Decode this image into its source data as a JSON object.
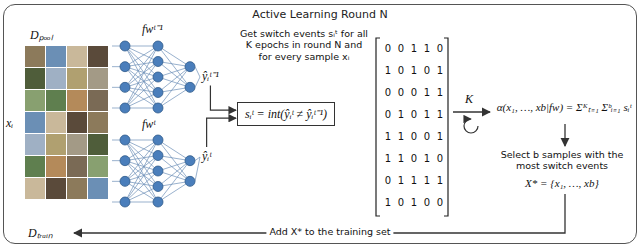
{
  "diagram": {
    "nodes": [
      {
        "text": [
          "Active Learning Round N"
        ]
      },
      {
        "text": [
          "sᵢᵗ = int(ŷᵢᵗ ≠ ŷᵢᵗ⁻¹)"
        ],
        "in": 0
      }
    ],
    "labels": [
      "Dₚₒₒₗ",
      "xᵢ",
      "fwᵗ⁻¹",
      "fwᵗ",
      "ŷᵢᵗ⁻¹",
      "ŷᵢᵗ",
      "Get switch events sᵢᵗ for all K epochs in round N and for every sample xᵢ",
      "0",
      "0",
      "1",
      "1",
      "0",
      "1",
      "0",
      "1",
      "0",
      "1",
      "0",
      "0",
      "0",
      "1",
      "1",
      "0",
      "1",
      "0",
      "1",
      "1",
      "1",
      "1",
      "0",
      "0",
      "1",
      "1",
      "1",
      "0",
      "1",
      "0",
      "0",
      "1",
      "1",
      "1",
      "1",
      "1",
      "0",
      "1",
      "0",
      "0",
      "K",
      "α(x₁, …, xb|fw) = Σᴷₜ₌₁ Σᵇᵢ₌₁ sᵢᵗ",
      "Select b samples with the most switch events",
      "X* = {x₁, …, xb}",
      "Add X* to the training set",
      "Dₜᵣₐᵢₙ"
    ]
  }
}
